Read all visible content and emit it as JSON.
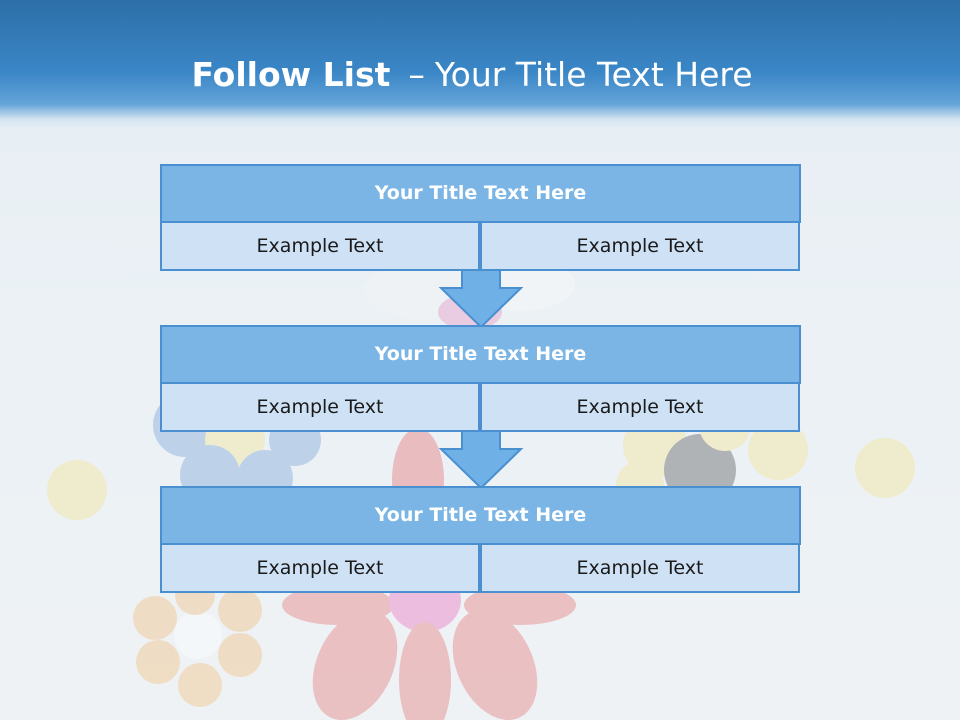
{
  "slide": {
    "title_bold": "Follow List",
    "title_separator": "–",
    "title_rest": "Your Title Text Here"
  },
  "blocks": [
    {
      "title": "Your Title Text Here",
      "left": "Example Text",
      "right": "Example Text"
    },
    {
      "title": "Your Title Text Here",
      "left": "Example Text",
      "right": "Example Text"
    },
    {
      "title": "Your Title Text Here",
      "left": "Example Text",
      "right": "Example Text"
    }
  ],
  "colors": {
    "header_blue": "#3a86c6",
    "block_title_fill": "#7ab5e5",
    "block_cell_fill": "#cfe2f5",
    "border": "#4a90d0",
    "arrow_fill": "#6fb0e6"
  }
}
